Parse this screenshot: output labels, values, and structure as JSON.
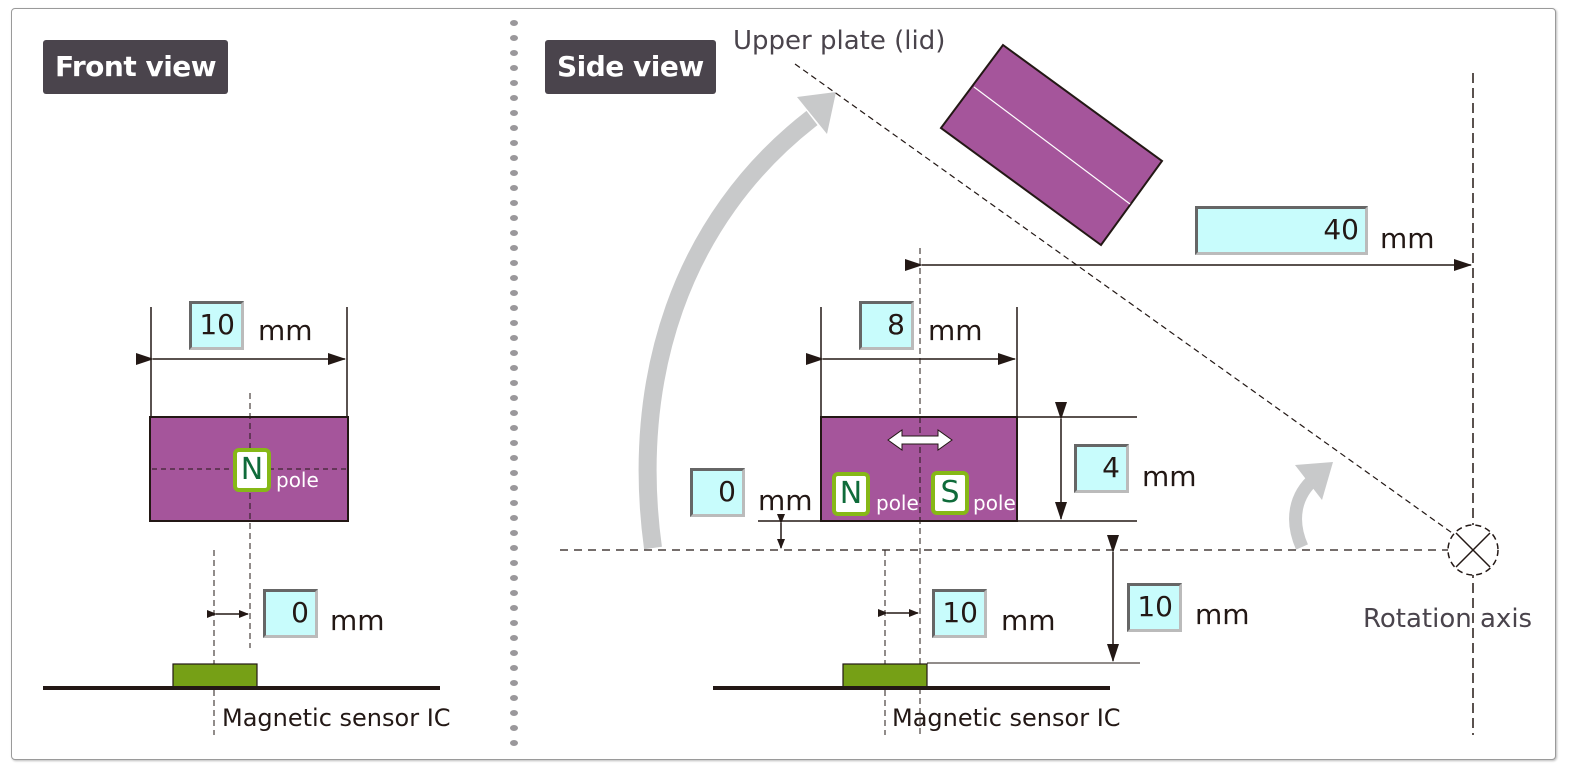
{
  "front_view": {
    "title": "Front view",
    "magnet_width": {
      "value": "10",
      "unit": "mm"
    },
    "offset": {
      "value": "0",
      "unit": "mm"
    },
    "pole_label": {
      "letter": "N",
      "suffix": "pole"
    },
    "sensor_label": "Magnetic sensor IC"
  },
  "side_view": {
    "title": "Side view",
    "upper_plate_label": "Upper plate (lid)",
    "axis_distance": {
      "value": "40",
      "unit": "mm"
    },
    "magnet_length": {
      "value": "8",
      "unit": "mm"
    },
    "magnet_height": {
      "value": "4",
      "unit": "mm"
    },
    "magnet_gap": {
      "value": "0",
      "unit": "mm"
    },
    "horizontal_offset": {
      "value": "10",
      "unit": "mm"
    },
    "vertical_gap": {
      "value": "10",
      "unit": "mm"
    },
    "n_pole": {
      "letter": "N",
      "suffix": "pole"
    },
    "s_pole": {
      "letter": "S",
      "suffix": "pole"
    },
    "sensor_label": "Magnetic sensor IC",
    "rotation_axis_label": "Rotation axis"
  },
  "colors": {
    "magnet": "#a5559b",
    "sensor": "#76a016",
    "input_box": "#c8fcfc",
    "badge": "#4a444c",
    "arrow_grey": "#c8c9ca",
    "pole_border": "#86b817",
    "pole_text": "#0f6b3a"
  }
}
